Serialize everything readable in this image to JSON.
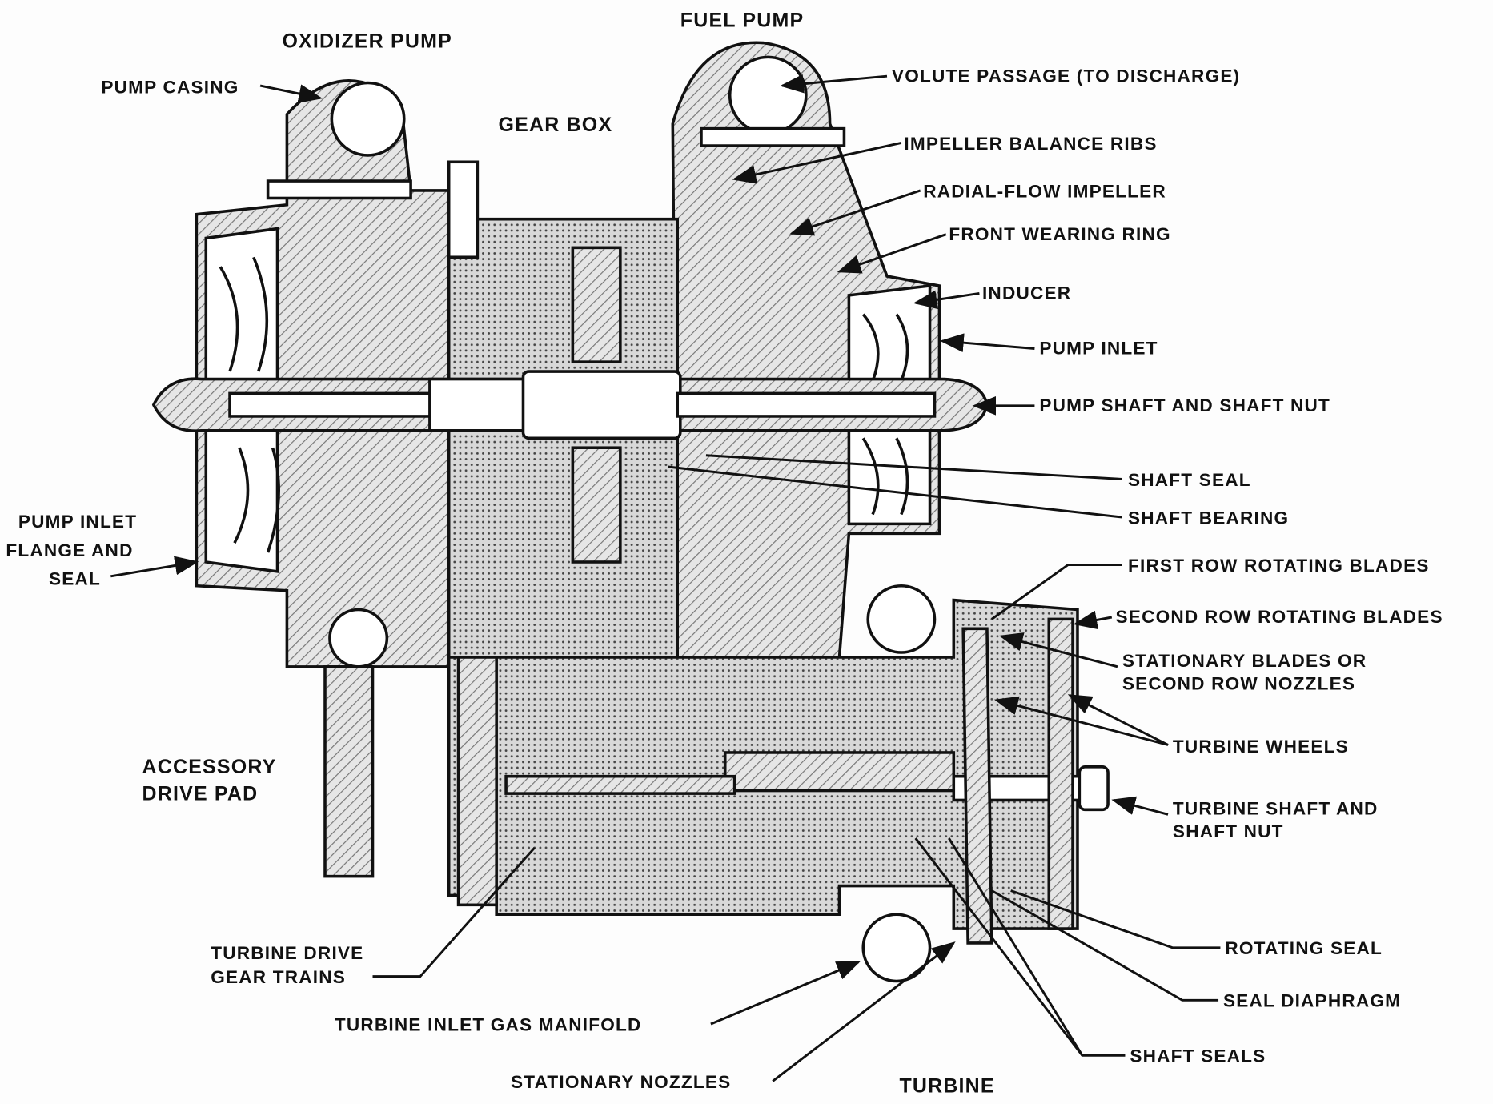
{
  "labels": {
    "oxidizer_pump": "OXIDIZER PUMP",
    "fuel_pump": "FUEL PUMP",
    "gear_box": "GEAR BOX",
    "pump_casing": "PUMP CASING",
    "volute_passage": "VOLUTE PASSAGE (TO DISCHARGE)",
    "impeller_balance_ribs": "IMPELLER BALANCE RIBS",
    "radial_flow_impeller": "RADIAL-FLOW IMPELLER",
    "front_wearing_ring": "FRONT WEARING RING",
    "inducer": "INDUCER",
    "pump_inlet": "PUMP INLET",
    "pump_shaft": "PUMP SHAFT AND SHAFT NUT",
    "shaft_seal": "SHAFT SEAL",
    "shaft_bearing": "SHAFT BEARING",
    "pump_inlet_flange_1": "PUMP INLET",
    "pump_inlet_flange_2": "FLANGE AND",
    "pump_inlet_flange_3": "SEAL",
    "first_row_blades": "FIRST ROW ROTATING BLADES",
    "second_row_blades": "SECOND ROW ROTATING BLADES",
    "stationary_blades_1": "STATIONARY BLADES OR",
    "stationary_blades_2": "SECOND ROW NOZZLES",
    "turbine_wheels": "TURBINE WHEELS",
    "accessory_drive_pad_1": "ACCESSORY",
    "accessory_drive_pad_2": "DRIVE PAD",
    "turbine_shaft_1": "TURBINE SHAFT AND",
    "turbine_shaft_2": "SHAFT NUT",
    "rotating_seal": "ROTATING SEAL",
    "seal_diaphragm": "SEAL DIAPHRAGM",
    "shaft_seals": "SHAFT SEALS",
    "turbine_drive_gear_1": "TURBINE DRIVE",
    "turbine_drive_gear_2": "GEAR TRAINS",
    "turbine_inlet_gas_manifold": "TURBINE INLET GAS MANIFOLD",
    "stationary_nozzles": "STATIONARY NOZZLES",
    "turbine": "TURBINE"
  }
}
